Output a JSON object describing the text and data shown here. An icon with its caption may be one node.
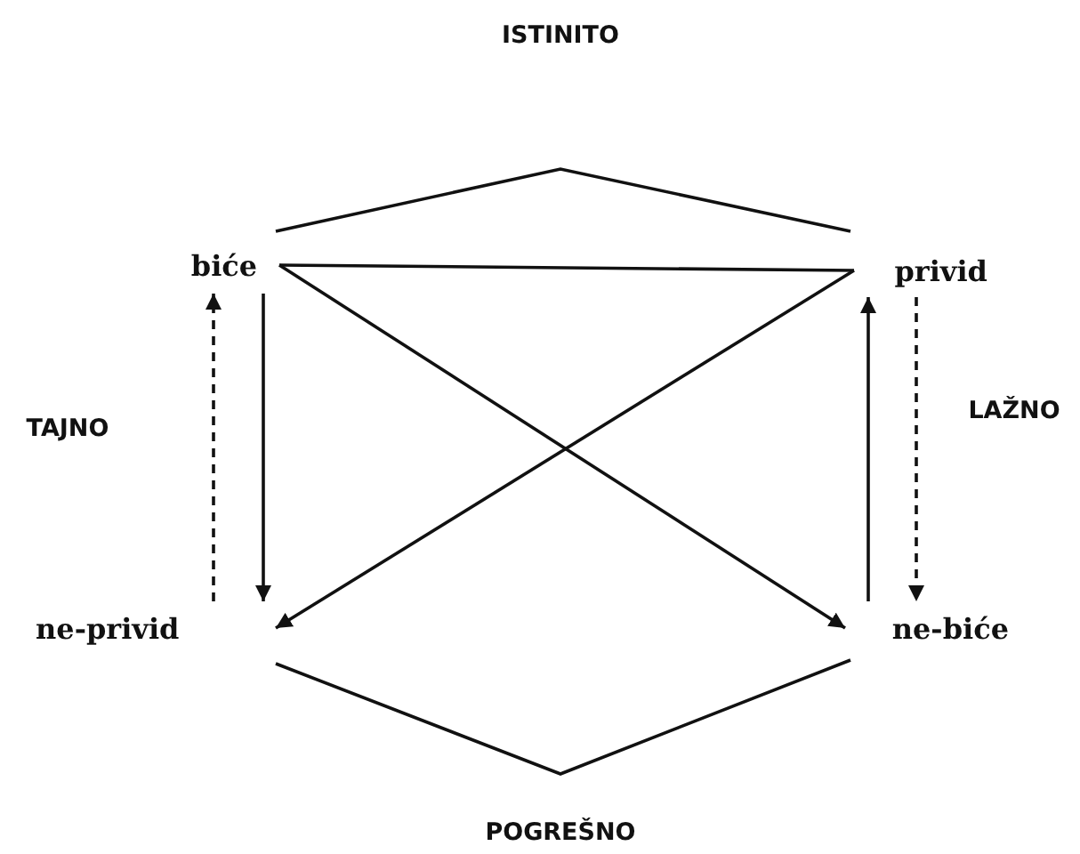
{
  "diagram": {
    "nodes": [
      {
        "text": [
          "biće"
        ]
      },
      {
        "text": [
          "privid"
        ]
      },
      {
        "text": [
          "ne-privid"
        ]
      },
      {
        "text": [
          "ne-biće"
        ]
      }
    ],
    "edges": [
      {
        "from": 0,
        "to": 1,
        "arrow": "none"
      },
      {
        "from": 0,
        "to": 3,
        "arrow": "to"
      },
      {
        "from": 1,
        "to": 2,
        "arrow": "to"
      },
      {
        "from": 0,
        "to": 2,
        "arrow": "to"
      },
      {
        "from": 2,
        "to": 0,
        "arrow": "to",
        "style": "dashed"
      },
      {
        "from": 3,
        "to": 1,
        "arrow": "to"
      },
      {
        "from": 1,
        "to": 3,
        "arrow": "to",
        "style": "dashed"
      }
    ],
    "labels": [
      "ISTINITO",
      "TAJNO",
      "LAŽNO",
      "POGREŠNO"
    ]
  }
}
